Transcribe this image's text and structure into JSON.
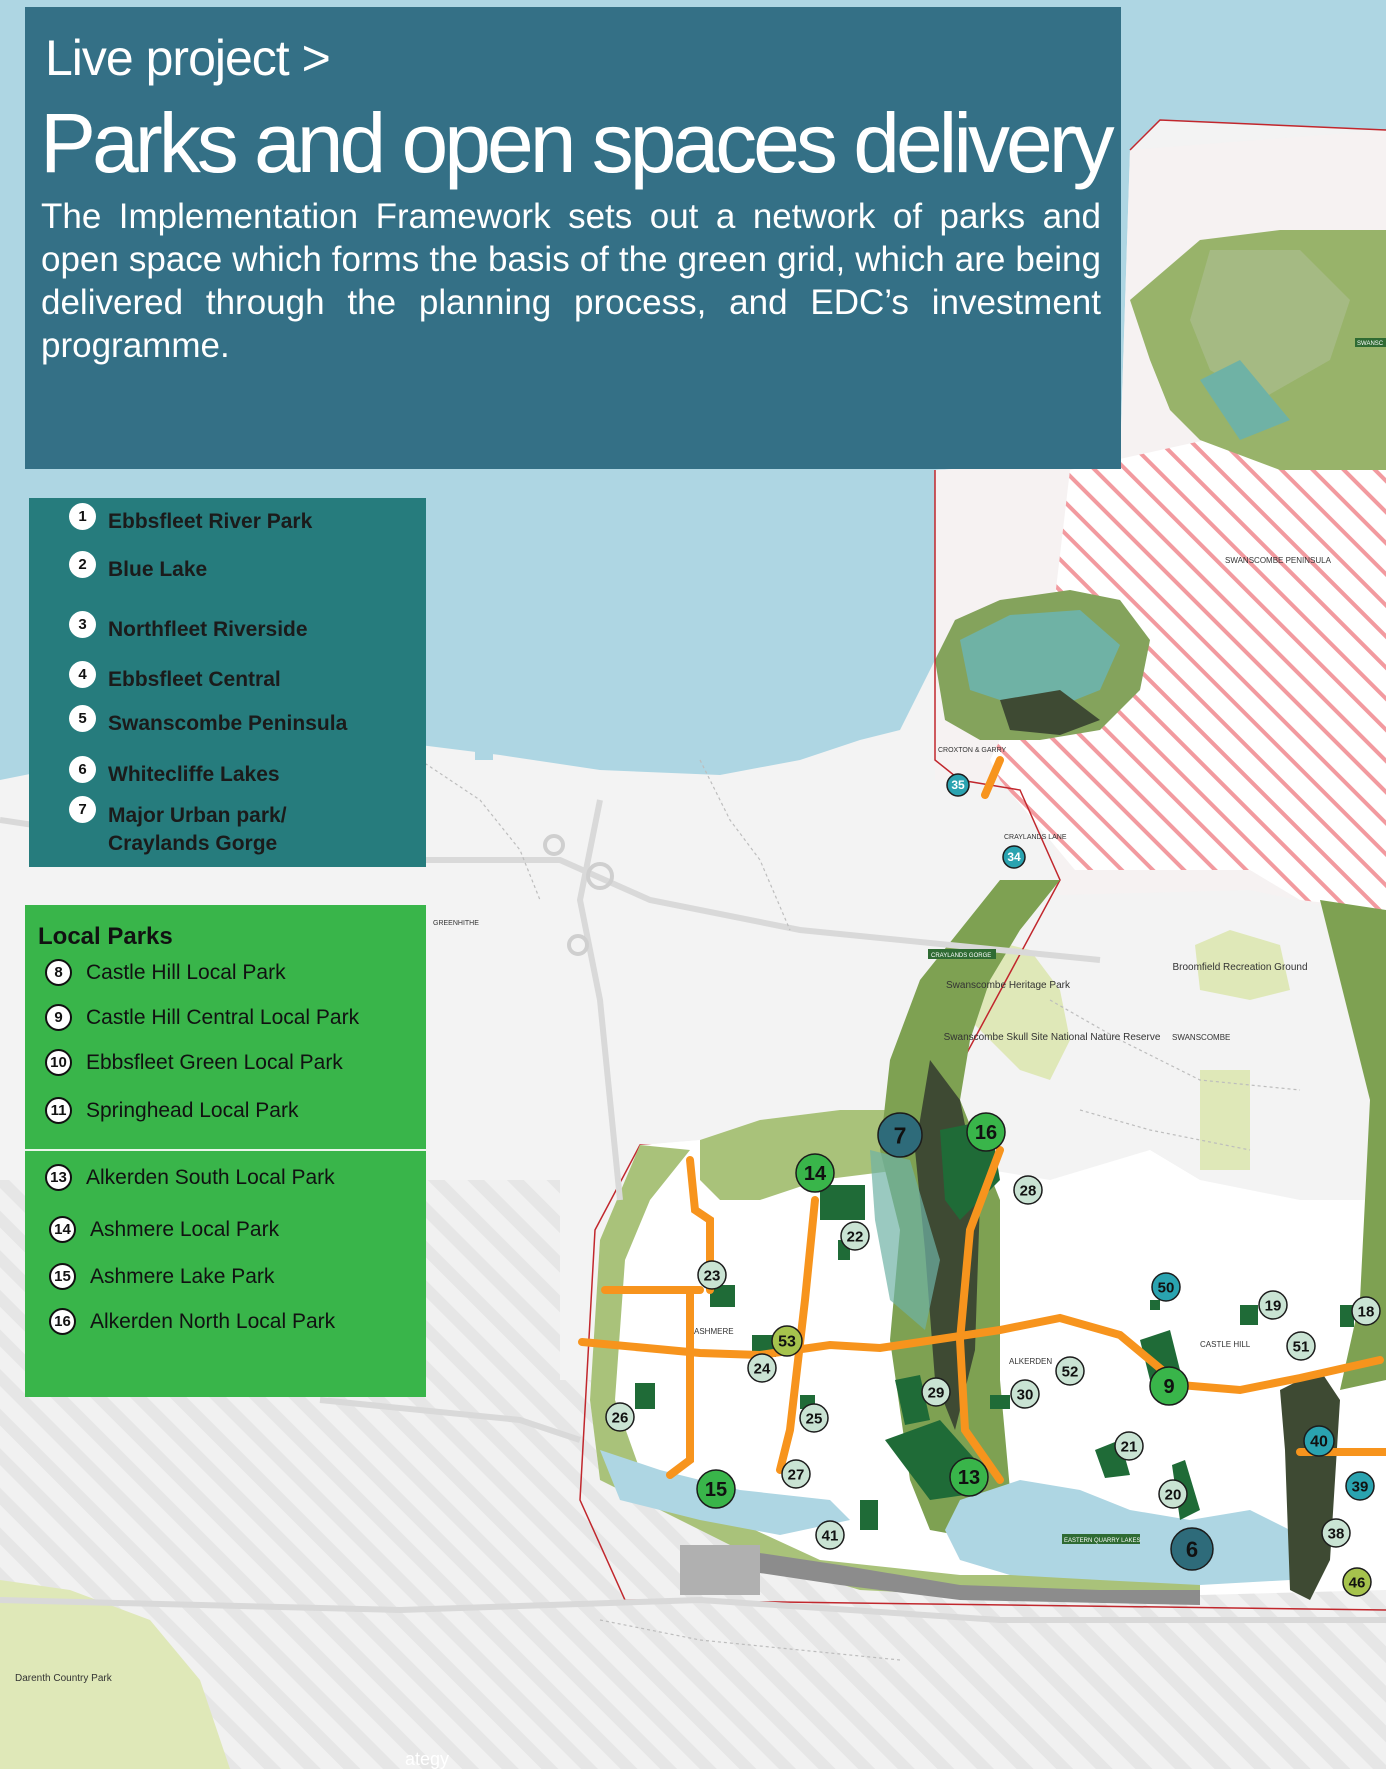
{
  "header": {
    "kicker": "Live project >",
    "title": "Parks and open spaces delivery",
    "description": "The Implementation Framework sets out a network of parks and open space which forms the basis of the green grid, which are being delivered through the planning process, and EDC’s investment programme."
  },
  "strategic_parks": [
    {
      "num": "1",
      "label": "Ebbsfleet River Park"
    },
    {
      "num": "2",
      "label": "Blue Lake"
    },
    {
      "num": "3",
      "label": "Northfleet Riverside"
    },
    {
      "num": "4",
      "label": "Ebbsfleet Central"
    },
    {
      "num": "5",
      "label": "Swanscombe Peninsula"
    },
    {
      "num": "6",
      "label": "Whitecliffe Lakes"
    },
    {
      "num": "7",
      "label": "Major Urban park/ Craylands Gorge"
    }
  ],
  "local_parks": {
    "heading": "Local Parks",
    "items": [
      {
        "num": "8",
        "label": "Castle Hill Local Park"
      },
      {
        "num": "9",
        "label": "Castle Hill Central Local Park"
      },
      {
        "num": "10",
        "label": "Ebbsfleet Green Local Park"
      },
      {
        "num": "11",
        "label": "Springhead Local Park"
      },
      {
        "num": "13",
        "label": "Alkerden South Local Park"
      },
      {
        "num": "14",
        "label": "Ashmere Local Park"
      },
      {
        "num": "15",
        "label": "Ashmere Lake Park"
      },
      {
        "num": "16",
        "label": "Alkerden North Local Park"
      }
    ]
  },
  "map_labels": {
    "swanscombe_peninsula": "SWANSCOMBE PENINSULA",
    "croxton_garry": "CROXTON & GARRY",
    "craylands_lane": "CRAYLANDS LANE",
    "greenhithe": "GREENHITHE",
    "craylands_gorge": "CRAYLANDS GORGE",
    "swanscombe_heritage_park": "Swanscombe Heritage Park",
    "swanscombe_skull": "Swanscombe Skull Site National Nature Reserve",
    "broomfield": "Broomfield Recreation Ground",
    "swanscombe": "SWANSCOMBE",
    "ashmere": "ASHMERE",
    "alkerden": "ALKERDEN",
    "castle_hill": "CASTLE HILL",
    "eastern_quarry_lakes": "EASTERN QUARRY LAKES",
    "darenth": "Darenth Country Park",
    "swansc_tag": "SWANSC",
    "footer_fragment": "ategy"
  },
  "map_markers": [
    "35",
    "34",
    "7",
    "16",
    "14",
    "28",
    "22",
    "23",
    "53",
    "24",
    "26",
    "25",
    "27",
    "15",
    "41",
    "29",
    "13",
    "30",
    "52",
    "50",
    "19",
    "18",
    "51",
    "9",
    "21",
    "20",
    "6",
    "40",
    "39",
    "38",
    "46"
  ],
  "colors": {
    "header_bg": "#347086",
    "strategic_panel": "#267c7d",
    "local_panel": "#39b54a",
    "water": "#aed6e3",
    "route": "#f7941d",
    "boundary": "#c1272d"
  }
}
